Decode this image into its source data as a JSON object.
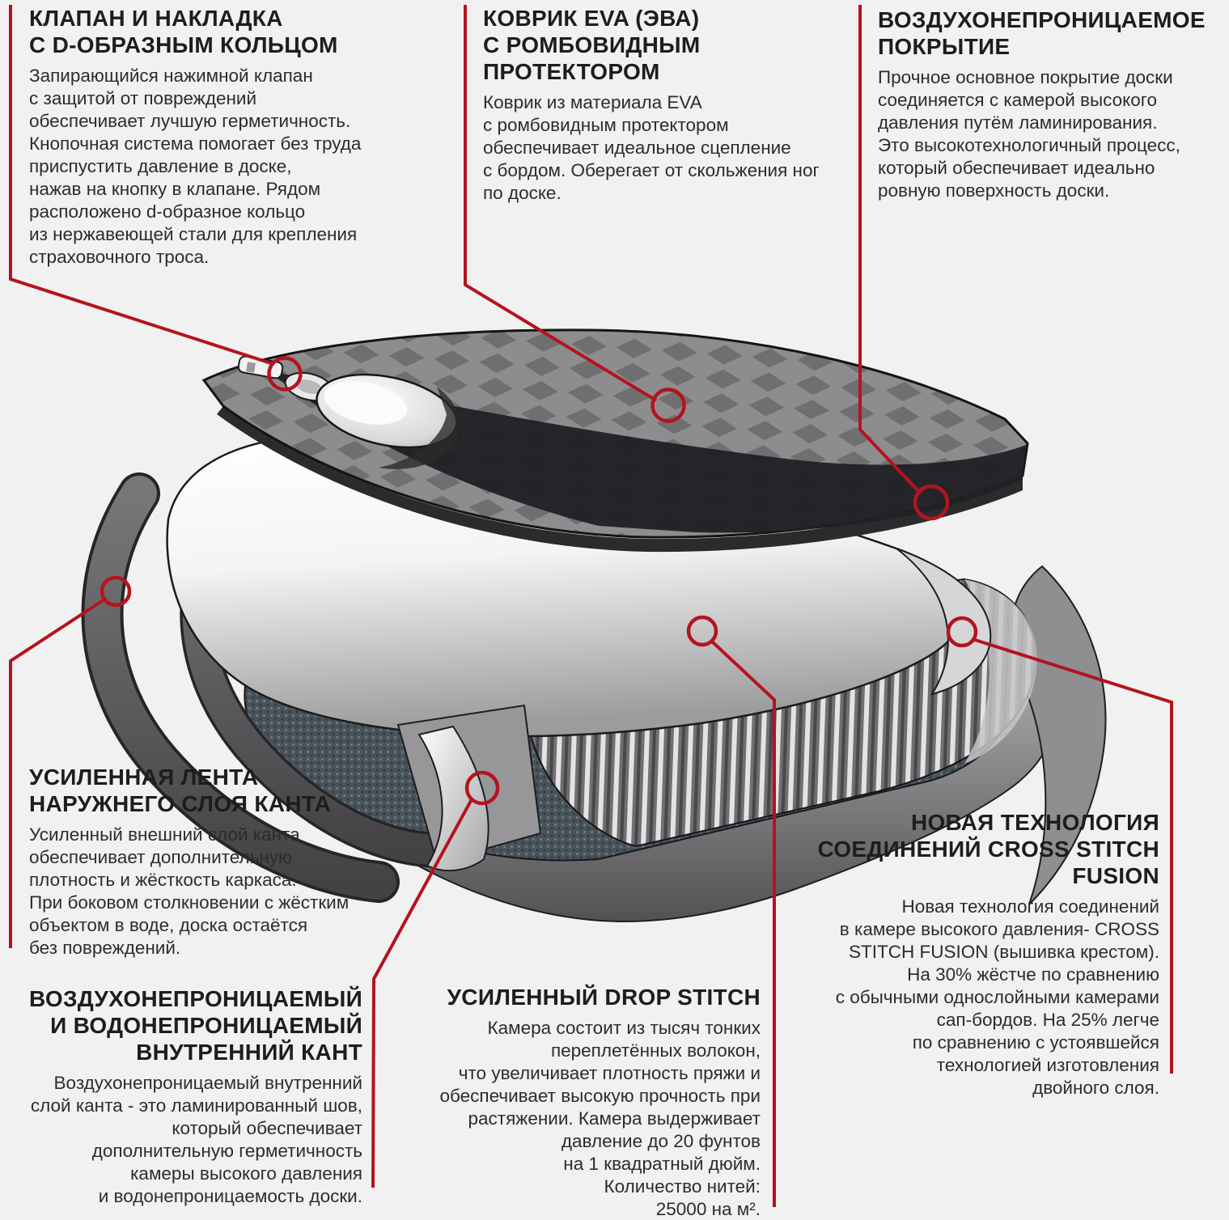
{
  "page": {
    "background": "#f1f1f2",
    "accent": "#b5131e"
  },
  "callouts": {
    "valve": {
      "title": "КЛАПАН И НАКЛАДКА\nС D-ОБРАЗНЫМ КОЛЬЦОМ",
      "body": "Запирающийся нажимной клапан\nс защитой от повреждений\nобеспечивает лучшую герметичность.\nКнопочная система помогает без труда\nприспустить давление в доске,\nнажав на кнопку в клапане. Рядом\nрасположено d-образное кольцо\nиз нержавеющей стали для крепления\nстраховочного троса."
    },
    "eva": {
      "title": "КОВРИК EVA (ЭВА)\nС РОМБОВИДНЫМ\nПРОТЕКТОРОМ",
      "body": "Коврик из материала EVA\nс ромбовидным протектором\nобеспечивает идеальное сцепление\nс бордом. Оберегает от скольжения ног\nпо доске."
    },
    "coating": {
      "title": "ВОЗДУХОНЕПРОНИЦАЕМОЕ\nПОКРЫТИЕ",
      "body": "Прочное основное покрытие доски\nсоединяется с камерой высокого\nдавления путём ламинирования.\nЭто высокотехнологичный процесс,\nкоторый обеспечивает идеально\nровную поверхность доски."
    },
    "outer_rail": {
      "title": "УСИЛЕННАЯ ЛЕНТА\nНАРУЖНЕГО СЛОЯ КАНТА",
      "body": "Усиленный внешний слой канта\nобеспечивает дополнительную\nплотность и жёсткость каркаса.\nПри боковом столкновении с жёстким\nобъектом в воде, доска остаётся\nбез повреждений."
    },
    "inner_rail": {
      "title": "ВОЗДУХОНЕПРОНИЦАЕМЫЙ\nИ ВОДОНЕПРОНИЦАЕМЫЙ\nВНУТРЕННИЙ КАНТ",
      "body": "Воздухонепроницаемый внутренний\nслой канта - это ламинированный шов,\nкоторый обеспечивает\nдополнительную герметичность\nкамеры высокого давления\nи водонепроницаемость доски."
    },
    "drop_stitch": {
      "title": "УСИЛЕННЫЙ DROP STITCH",
      "body": "Камера состоит из тысяч тонких\nпереплетённых волокон,\nчто увеличивает плотность пряжи и\nобеспечивает высокую прочность при\nрастяжении. Камера выдерживает\nдавление до 20 фунтов\nна 1 квадратный дюйм.\nКоличество нитей:\n25000 на м²."
    },
    "cross_stitch": {
      "title": "НОВАЯ ТЕХНОЛОГИЯ\nСОЕДИНЕНИЙ CROSS STITCH\nFUSION",
      "body": "Новая технология соединений\nв камере высокого давления- CROSS\nSTITCH FUSION (вышивка крестом).\nНа 30% жёстче по сравнению\nс обычными однослойными камерами\nсап-бордов. На 25% легче\nпо сравнению с устоявшейся\nтехнологией изготовления\nдвойного слоя."
    }
  }
}
